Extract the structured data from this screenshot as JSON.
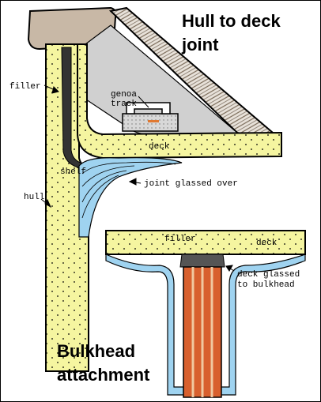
{
  "titles": {
    "top_line1": "Hull to deck",
    "top_line2": "joint",
    "bottom_line1": "Bulkhead",
    "bottom_line2": "attachment"
  },
  "labels": {
    "filler_top": "filler",
    "genoa_line1": "genoa",
    "genoa_line2": "track",
    "deck_top": "deck",
    "shelf": "shelf",
    "hull": "hull",
    "joint_glassed": "joint glassed over",
    "filler_bottom": "filler",
    "deck_bottom": "deck",
    "deck_glassed_line1": "deck glassed",
    "deck_glassed_line2": "to bulkhead"
  },
  "colors": {
    "fiberglass": "#f5f5a0",
    "wood_light": "#e8e2da",
    "wood_dark": "#7a6a58",
    "filler_dark": "#333333",
    "track_gray": "#c8c8c8",
    "glass_blue": "#9fd3f0",
    "bulkhead_orange": "#d8602e",
    "line": "#000000"
  }
}
